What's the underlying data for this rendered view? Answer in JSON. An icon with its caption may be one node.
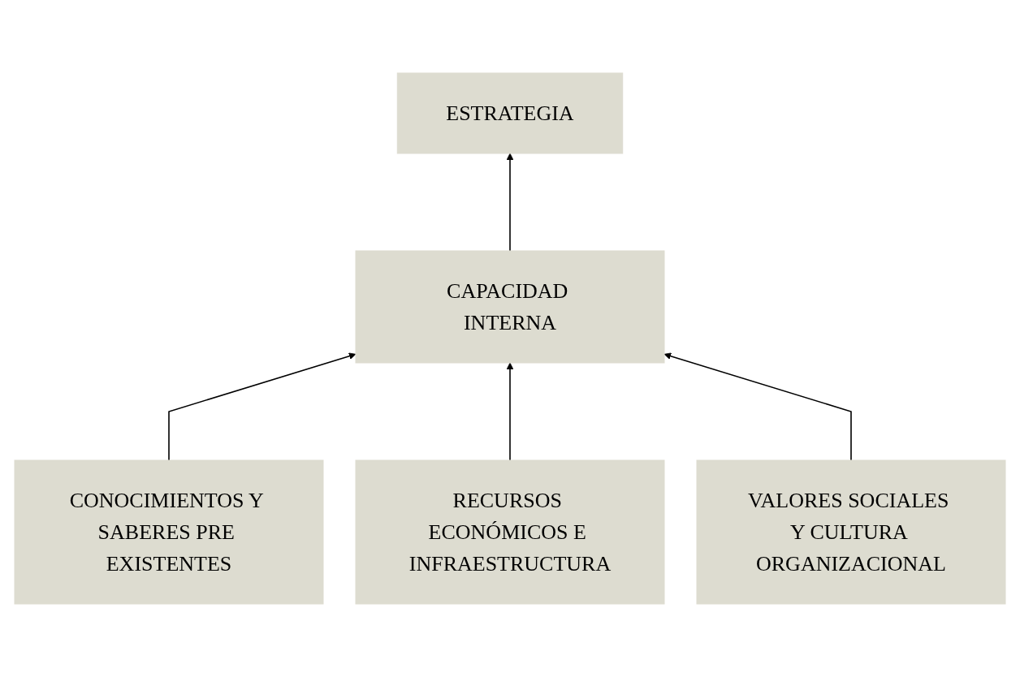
{
  "diagram": {
    "nodes": [
      {
        "text": [
          "ESTRATEGIA"
        ]
      },
      {
        "text": [
          "CAPACIDAD INTERNA"
        ]
      },
      {
        "text": [
          "CONOCIMIENTOS Y SABERES PRE EXISTENTES"
        ]
      },
      {
        "text": [
          "RECURSOS ECONÓMICOS E INFRAESTRUCTURA"
        ]
      },
      {
        "text": [
          "VALORES SOCIALES Y CULTURA ORGANIZACIONAL"
        ]
      }
    ],
    "edges": [
      {
        "from": 1,
        "to": 0,
        "arrow": "to"
      },
      {
        "from": 2,
        "to": 1,
        "arrow": "to"
      },
      {
        "from": 3,
        "to": 1,
        "arrow": "to"
      },
      {
        "from": 4,
        "to": 1,
        "arrow": "to"
      }
    ]
  }
}
